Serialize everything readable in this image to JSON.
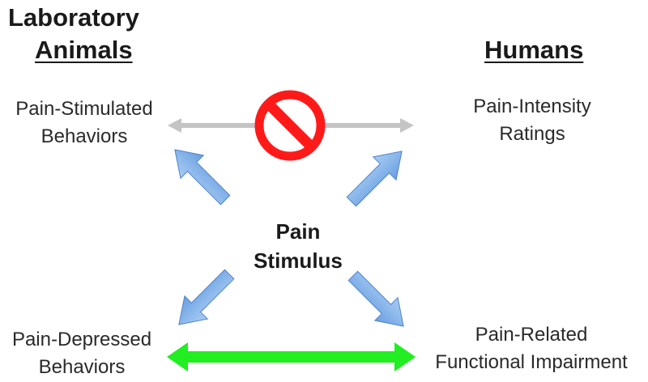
{
  "headings": {
    "animals_line1": "Laboratory",
    "animals_line2": "Animals",
    "humans": "Humans"
  },
  "nodes": {
    "pain_stimulated_line1": "Pain-Stimulated",
    "pain_stimulated_line2": "Behaviors",
    "pain_intensity_line1": "Pain-Intensity",
    "pain_intensity_line2": "Ratings",
    "stimulus_line1": "Pain",
    "stimulus_line2": "Stimulus",
    "pain_depressed_line1": "Pain-Depressed",
    "pain_depressed_line2": "Behaviors",
    "pain_related_line1": "Pain-Related",
    "pain_related_line2": "Functional Impairment"
  },
  "colors": {
    "blue_arrow": "#7aaee8",
    "blue_arrow_edge": "#4f83c9",
    "gray_arrow": "#c4c4c4",
    "green_arrow": "#22ee22",
    "prohibited_red": "#ff1a1a"
  },
  "icons": {
    "prohibited": "prohibited-icon"
  }
}
